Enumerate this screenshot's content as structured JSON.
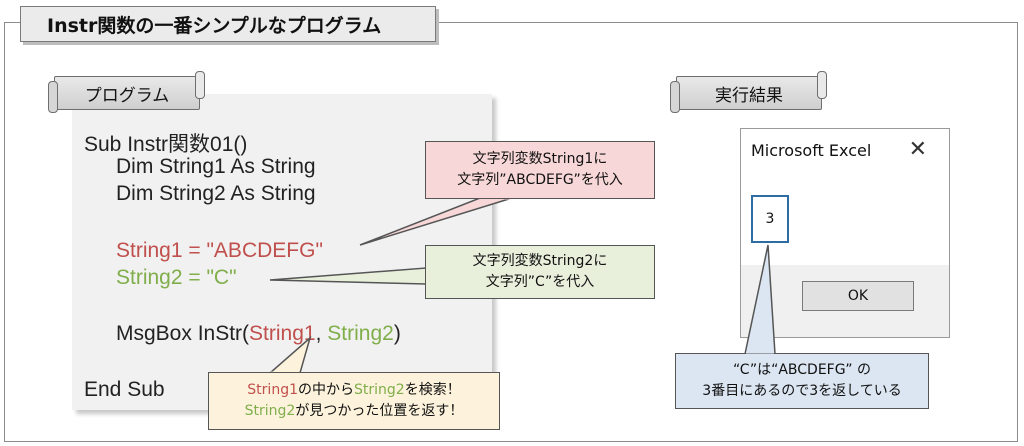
{
  "title": "Instr関数の一番シンプルなプログラム",
  "labels": {
    "program": "プログラム",
    "result": "実行結果"
  },
  "code": {
    "line1": "Sub Instr関数01()",
    "line2": "Dim String1 As String",
    "line3": "Dim String2 As String",
    "line4": "String1 = \"ABCDEFG\"",
    "line5": "String2 = \"C\"",
    "line6_prefix": "MsgBox InStr(",
    "line6_arg1": "String1",
    "line6_sep": ", ",
    "line6_arg2": "String2",
    "line6_suffix": ")",
    "line7": "End Sub"
  },
  "callouts": {
    "string1": {
      "line1": "文字列変数String1に",
      "line2": "文字列”ABCDEFG”を代入"
    },
    "string2": {
      "line1": "文字列変数String2に",
      "line2": "文字列”C”を代入"
    },
    "search": {
      "a1": "String1",
      "a2": "の中から",
      "a3": "String2",
      "a4": "を検索！",
      "b1": "String2",
      "b2": "が見つかった位置を返す！"
    },
    "result": {
      "line1": "“C”は“ABCDEFG” の",
      "line2": "3番目にあるので3を返している"
    }
  },
  "dialog": {
    "title": "Microsoft Excel",
    "value": "3",
    "ok_label": "OK",
    "close_icon": "close-icon"
  },
  "colors": {
    "string1": "#c0504d",
    "string2": "#7fae4a",
    "highlight": "#2e6da4"
  }
}
